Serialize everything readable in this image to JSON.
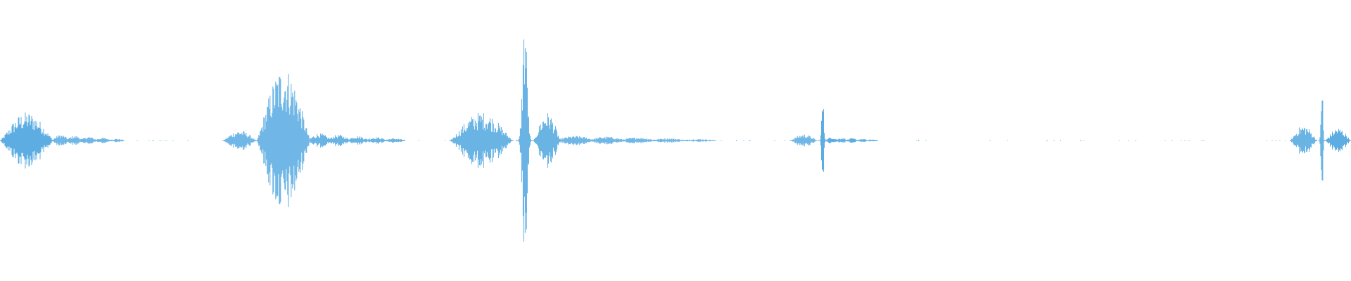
{
  "waveform": {
    "color": "#5DADE2",
    "background": "#FFFFFF",
    "amplitude_scale": 1.0,
    "segments": [
      {
        "start": 0.0,
        "end": 0.04,
        "peak": 0.22,
        "kind": "burst"
      },
      {
        "start": 0.04,
        "end": 0.092,
        "peak": 0.05,
        "kind": "tail"
      },
      {
        "start": 0.165,
        "end": 0.19,
        "peak": 0.08,
        "kind": "burst"
      },
      {
        "start": 0.19,
        "end": 0.23,
        "peak": 0.57,
        "kind": "burst"
      },
      {
        "start": 0.23,
        "end": 0.3,
        "peak": 0.06,
        "kind": "tail"
      },
      {
        "start": 0.333,
        "end": 0.38,
        "peak": 0.22,
        "kind": "burst"
      },
      {
        "start": 0.382,
        "end": 0.395,
        "peak": 1.0,
        "kind": "spike"
      },
      {
        "start": 0.395,
        "end": 0.415,
        "peak": 0.22,
        "kind": "burst"
      },
      {
        "start": 0.415,
        "end": 0.53,
        "peak": 0.04,
        "kind": "tail"
      },
      {
        "start": 0.585,
        "end": 0.605,
        "peak": 0.05,
        "kind": "burst"
      },
      {
        "start": 0.606,
        "end": 0.612,
        "peak": 0.36,
        "kind": "spike"
      },
      {
        "start": 0.612,
        "end": 0.65,
        "peak": 0.03,
        "kind": "tail"
      },
      {
        "start": 0.955,
        "end": 0.975,
        "peak": 0.12,
        "kind": "burst"
      },
      {
        "start": 0.976,
        "end": 0.981,
        "peak": 0.55,
        "kind": "spike"
      },
      {
        "start": 0.981,
        "end": 1.0,
        "peak": 0.1,
        "kind": "burst"
      }
    ],
    "dots": [
      0.545,
      0.555,
      0.68,
      0.775,
      0.785,
      0.8
    ]
  }
}
